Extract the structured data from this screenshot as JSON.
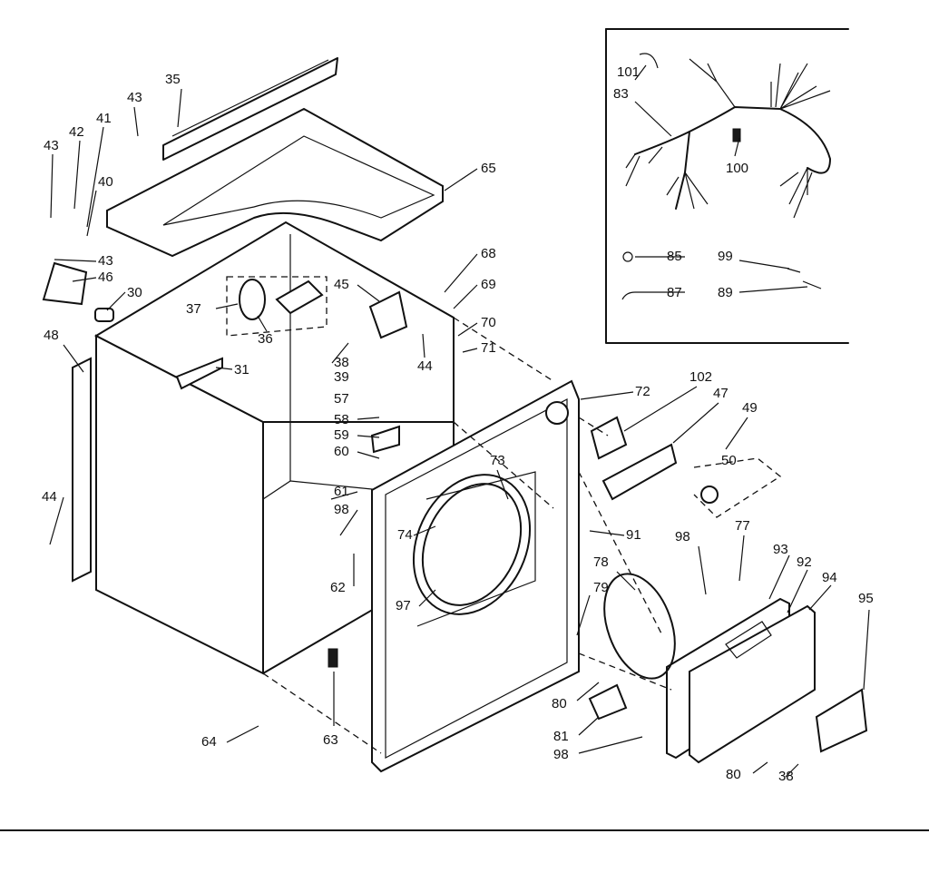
{
  "diagram": {
    "part_labels": [
      "101",
      "83",
      "100",
      "85",
      "99",
      "87",
      "89",
      "35",
      "43",
      "42",
      "41",
      "43",
      "40",
      "65",
      "43",
      "46",
      "30",
      "68",
      "69",
      "37",
      "36",
      "45",
      "70",
      "71",
      "48",
      "31",
      "38",
      "39",
      "44",
      "57",
      "58",
      "59",
      "60",
      "72",
      "102",
      "47",
      "49",
      "50",
      "73",
      "61",
      "98",
      "74",
      "62",
      "91",
      "44",
      "97",
      "78",
      "77",
      "98",
      "93",
      "92",
      "94",
      "95",
      "79",
      "80",
      "81",
      "98",
      "64",
      "63",
      "80",
      "38"
    ],
    "inset_label": "wiring harness inset"
  }
}
